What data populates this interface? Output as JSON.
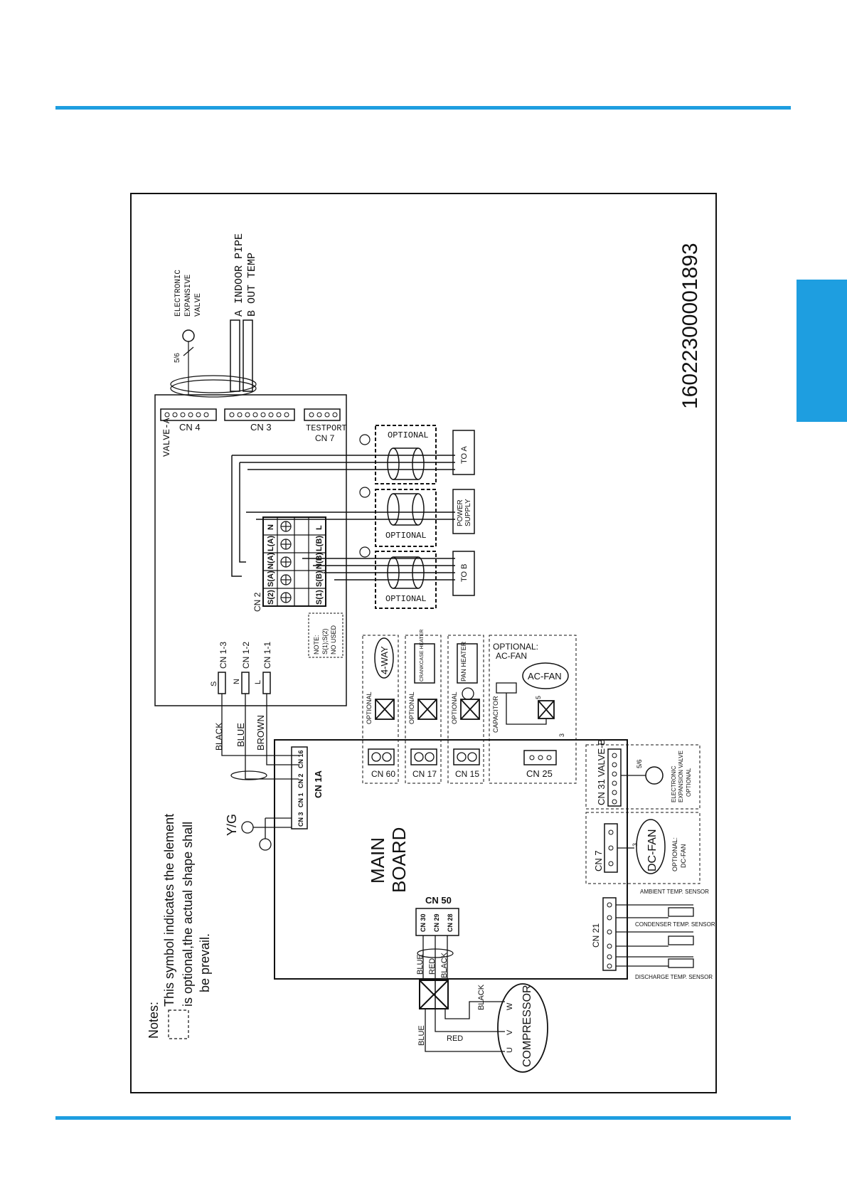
{
  "colors": {
    "rule": "#1e9ee0",
    "ink": "#111111"
  },
  "doc_number": "16022300001893",
  "notes": {
    "heading": "Notes:",
    "lines": [
      "This symbol indicates the element",
      "is  optional,the actual shape shall",
      "be prevail."
    ]
  },
  "top_parts": {
    "eev_label": [
      "ELECTRONIC",
      "EXPANSIVE",
      "VALVE"
    ],
    "eev_pins": "5/6",
    "pipe_a": "A INDOOR PIPE",
    "pipe_b": "B OUT TEMP"
  },
  "connectors": {
    "valve_a": "VALVE-A",
    "cn4": "CN 4",
    "cn3": "CN 3",
    "testport": "TESTPORT",
    "cn7_top": "CN 7"
  },
  "cn2": {
    "label": "CN 2",
    "upper": [
      "S(2)",
      "S(A)",
      "N(A)",
      "L(A)",
      "N"
    ],
    "lower": [
      "S(1)",
      "S(B)",
      "N(B)",
      "L(B)",
      "L"
    ],
    "note": [
      "NOTE:",
      "S(1);S(2)",
      "NO USED"
    ]
  },
  "right_groups": {
    "optional": "OPTIONAL",
    "to_a": "TO A",
    "power_supply": [
      "POWER",
      "SUPPLY"
    ],
    "to_b": "TO B"
  },
  "cn1": {
    "items": [
      "CN 1-3",
      "CN 1-2",
      "CN 1-1"
    ],
    "letters": [
      "S",
      "N",
      "L"
    ]
  },
  "wires": {
    "black": "BLACK",
    "blue": "BLUE",
    "brown": "BROWN",
    "yg": "Y/G",
    "red": "RED"
  },
  "cn1a": {
    "label": "CN 1A",
    "pins": [
      "CN 3",
      "CN 1",
      "CN 2",
      "CN 16"
    ]
  },
  "main_board": [
    "MAIN",
    "BOARD"
  ],
  "cn50": {
    "label": "CN 50",
    "pins": [
      "CN 30",
      "CN 29",
      "CN 28"
    ]
  },
  "compressor": {
    "label": "COMPRESSOR",
    "terminals": [
      "U",
      "V",
      "W"
    ]
  },
  "optional_loads": [
    {
      "name": "4-WAY",
      "connector": "CN 60",
      "opt": "OPTIONAL"
    },
    {
      "name": "CRANKCASE HEATER",
      "connector": "CN 17",
      "opt": "OPTIONAL"
    },
    {
      "name": "PAN HEATER",
      "connector": "CN 15",
      "opt": "OPTIONAL"
    }
  ],
  "ac_fan": {
    "title": [
      "OPTIONAL:",
      "AC-FAN"
    ],
    "fan": "AC-FAN",
    "capacitor": "CAPACITOR",
    "connector": "CN 25",
    "pins_top": "5",
    "pins_bottom": "3"
  },
  "valve_b": {
    "connector": "CN 31",
    "label": "VALVE-B",
    "pins": "5/6",
    "eev": [
      "ELECTRONIC",
      "EXPANSION VALVE",
      "OPTIONAL"
    ]
  },
  "dc_fan": {
    "connector": "CN 7",
    "fan": "DC-FAN",
    "title": [
      "OPTIONAL:",
      "DC-FAN"
    ],
    "pins": "3"
  },
  "sensors": {
    "connector": "CN 21",
    "names": [
      "AMBIENT TEMP. SENSOR",
      "CONDENSER  TEMP.  SENSOR",
      "DISCHARGE TEMP. SENSOR"
    ]
  }
}
